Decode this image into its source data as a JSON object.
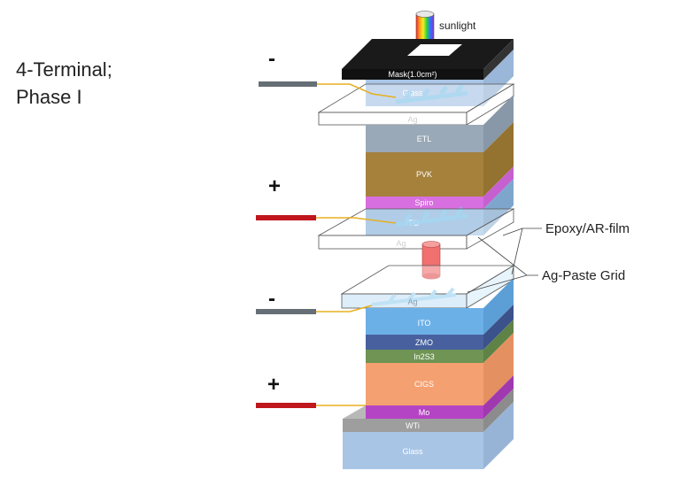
{
  "title": {
    "line1": "4-Terminal;",
    "line2": "Phase I"
  },
  "sunlight_label": "sunlight",
  "top_cell": {
    "mask": "Mask(1.0cm²)",
    "glass": "Glass",
    "ag_top": "Ag",
    "etl": "ETL",
    "pvk": "PVK",
    "spiro": "Spiro",
    "ito": "ITO",
    "ag_bottom": "Ag"
  },
  "bottom_cell": {
    "ag": "Ag",
    "ito": "ITO",
    "zmo": "ZMO",
    "in2s3": "In2S3",
    "cigs": "CIGS",
    "mo": "Mo",
    "wti": "WTi",
    "glass": "Glass"
  },
  "terminals": {
    "minus": "-",
    "plus": "+"
  },
  "callouts": {
    "epoxy": "Epoxy/AR-film",
    "grid": "Ag-Paste Grid"
  },
  "colors": {
    "glass": "#a9c5e6",
    "etl": "#9aa9b7",
    "pvk": "#a5813c",
    "spiro": "#d86fe0",
    "ito": "#6cb0e8",
    "zmo": "#48619e",
    "in2s3": "#6f9454",
    "cigs": "#f4a070",
    "mo": "#b544c4",
    "wti": "#9e9e9e",
    "mask": "#111111",
    "wire": "#e8b020",
    "lead_neg": "#666e76",
    "lead_pos": "#c0161d"
  }
}
